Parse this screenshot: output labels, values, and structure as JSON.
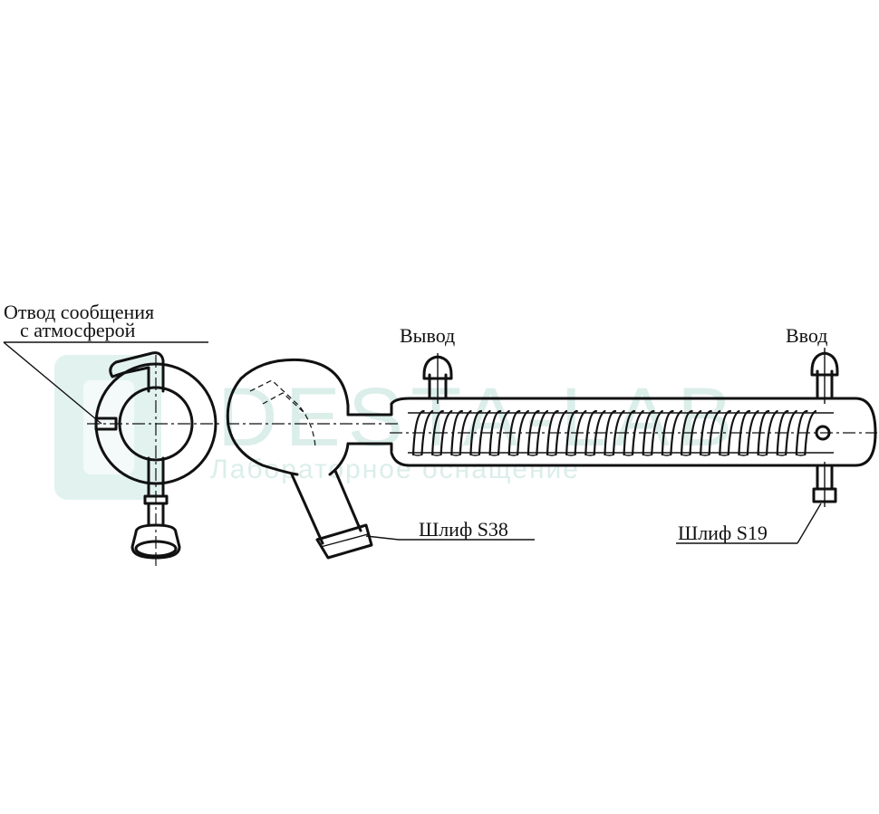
{
  "labels": {
    "vent": [
      "Отвод сообщения",
      "с атмосферой"
    ],
    "outlet": "Вывод",
    "inlet": "Ввод",
    "joint_s38": "Шлиф S38",
    "joint_s19": "Шлиф S19"
  },
  "watermark": {
    "brand": "DESTA-LAB",
    "tagline": "Лабораторное оснащение",
    "color": "#cfe9e4"
  }
}
